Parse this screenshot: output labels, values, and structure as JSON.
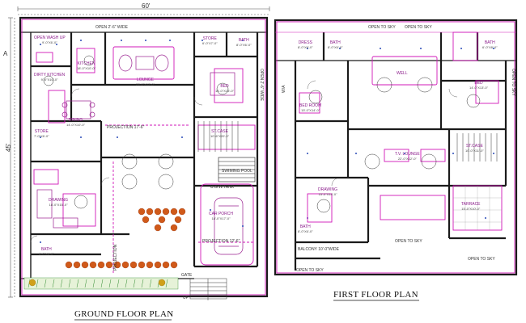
{
  "titles": {
    "ground": "GROUND FLOOR PLAN",
    "first": "FIRST FLOOR PLAN"
  },
  "dims": {
    "top_width": "60'",
    "side_depth": "45'",
    "north_mark": "A"
  },
  "ground": {
    "open_top": "OPEN  2'-6\" WIDE",
    "open_side": "OPEN  2'-6\" WIDE",
    "wash_up": "OPEN WASH UP",
    "wash_up_dim": "9'-0\"X6'-0\"",
    "kitchen": "KITCHEN",
    "kitchen_dim": "18'-0\"X10'-0\"",
    "lounge": "LOUNGE",
    "lounge_dim": "23'-0\"X12'-0\"",
    "store": "STORE",
    "store_dim": "6'-0\"X7'-0\"",
    "bath_top": "BATH",
    "bath_top_dim": "8'-0\"X6'-0\"",
    "dirty_kitchen": "DIRTY KITCHEN",
    "dirty_kitchen_dim": "9'-0\"X10'-0\"",
    "bed": "BED",
    "bed_dim": "14'-0\"X13'-0\"",
    "dining": "DINING",
    "dining_dim": "14'-0\"X10'-0\"",
    "store2": "STORE",
    "store2_dim": "7'-0\"X6'-0\"",
    "projection_mid": "PROJECTION 17'-6\"",
    "stair": "ST.CASE",
    "stair_dim": "10'-6\"X20'-0\"",
    "swimming": "SWIMING POOL",
    "drawing": "DRAWING",
    "drawing_dim": "18'-0\"X15'-0\"",
    "ugw_tank": "U.G.W.TANK",
    "car_porch": "CAR PORCH",
    "car_porch_dim": "18'-0\"X17'-0\"",
    "projection_bottom": "PROJECTION  12'-6\"",
    "bath_bottom": "BATH",
    "bath_bottom_dim": "8'-0\"X6'-0\"",
    "projection_left": "PROJECTION",
    "gate": "GATE",
    "up": "UP"
  },
  "first": {
    "open_top_left": "OPEN TO SKY",
    "open_top_right": "OPEN TO SKY",
    "dress": "DRESS",
    "dress_dim": "8'-0\"X6'-0\"",
    "bath1": "BATH",
    "bath1_dim": "8'-0\"X6'-0\"",
    "bath2": "BATH",
    "bath2_dim": "6'-0\"X8'-0\"",
    "well": "WELL",
    "bed_left": "BED ROOM",
    "bed_left_dim": "15'-0\"X14'-0\"",
    "bed_right": "BED",
    "bed_right_dim": "14'-0\"X13'-0\"",
    "open_right": "OPEN TO SKY",
    "wa": "W/A",
    "stair": "ST.CASE",
    "stair_dim": "10'-0\"X11'-0\"",
    "tv_lounge": "T.V. LOUNGE",
    "tv_lounge_dim": "22'-0\"X12'-0\"",
    "drawing": "DRAWING",
    "drawing_dim": "15'-0\"X14'-0\"",
    "bath3": "BATH",
    "bath3_dim": "8'-0\"X6'-0\"",
    "terrace": "TARRACE",
    "terrace_dim": "15'-0\"X10'-0\"",
    "open_mid": "OPEN TO SKY",
    "open_bottom_left": "OPEN TO SKY",
    "open_bottom_right": "OPEN TO SKY",
    "balcony": "BALCONY  10'-0\"WIDE"
  },
  "colors": {
    "wall": "#1a1a1a",
    "accent": "#d018b8",
    "furniture": "#9a2090",
    "plant": "#d05a1a",
    "grass": "#2e8a2e"
  }
}
